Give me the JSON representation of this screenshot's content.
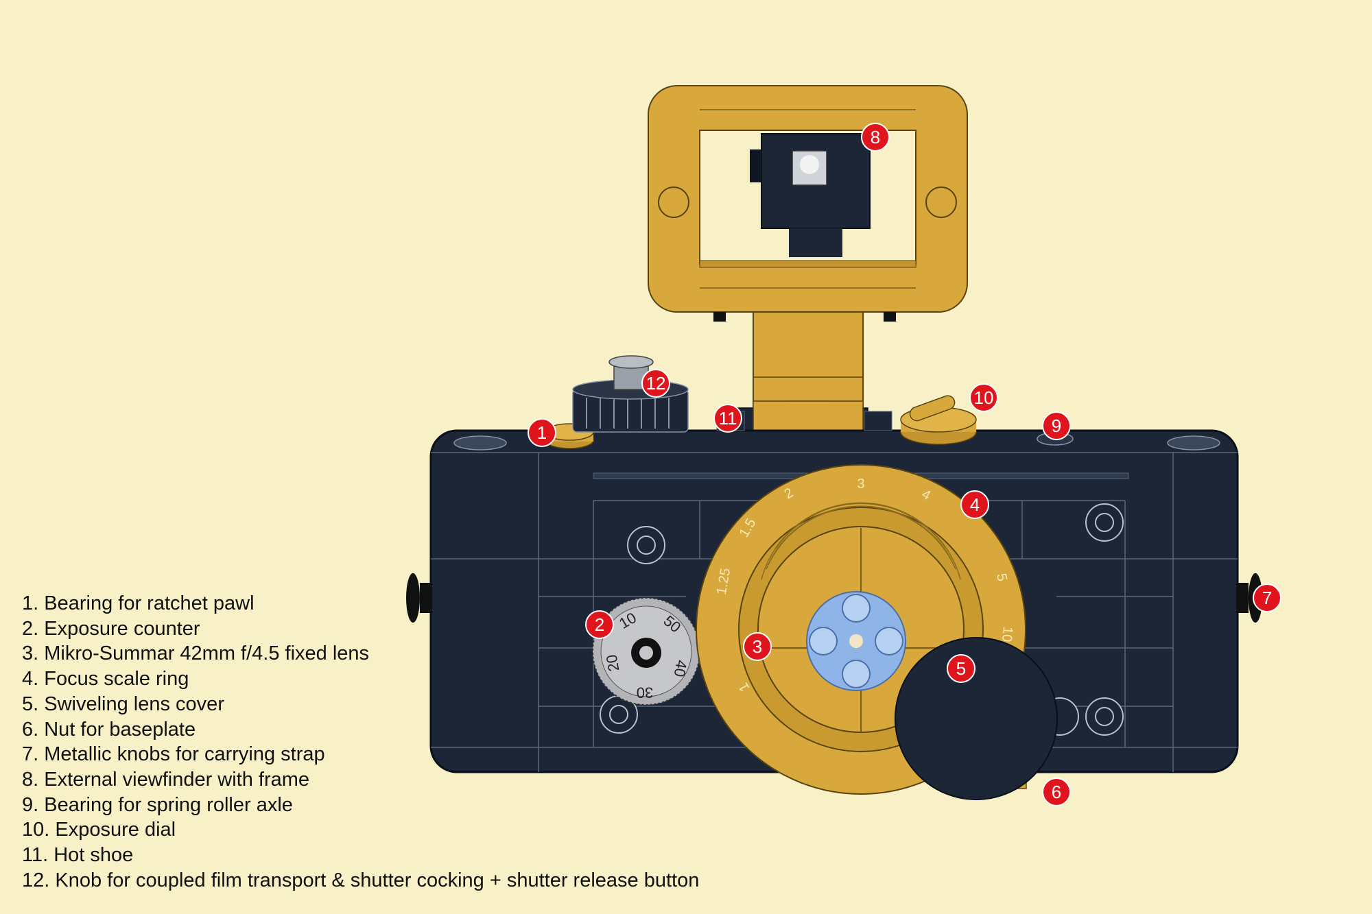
{
  "colors": {
    "background": "#f8f0c6",
    "body": "#1c2637",
    "gold": "#d8a83c",
    "marker": "#e0141c",
    "lens_center": "#8fb4e8"
  },
  "legend": [
    "1. Bearing for ratchet pawl",
    "2. Exposure counter",
    "3. Mikro-Summar 42mm f/4.5 fixed lens",
    "4. Focus scale ring",
    "5. Swiveling lens cover",
    "6. Nut for baseplate",
    "7. Metallic knobs for carrying strap",
    "8. External viewfinder with frame",
    "9. Bearing for spring roller axle",
    "10. Exposure dial",
    "11. Hot shoe",
    "12. Knob for coupled film transport & shutter cocking + shutter release button"
  ],
  "markers": [
    "1",
    "2",
    "3",
    "4",
    "5",
    "6",
    "7",
    "8",
    "9",
    "10",
    "11",
    "12"
  ],
  "focus_scale": [
    "1",
    "1.25",
    "1.5",
    "2",
    "3",
    "4",
    "5",
    "10"
  ],
  "counter_numbers": [
    "10",
    "50",
    "40",
    "30",
    "20"
  ]
}
